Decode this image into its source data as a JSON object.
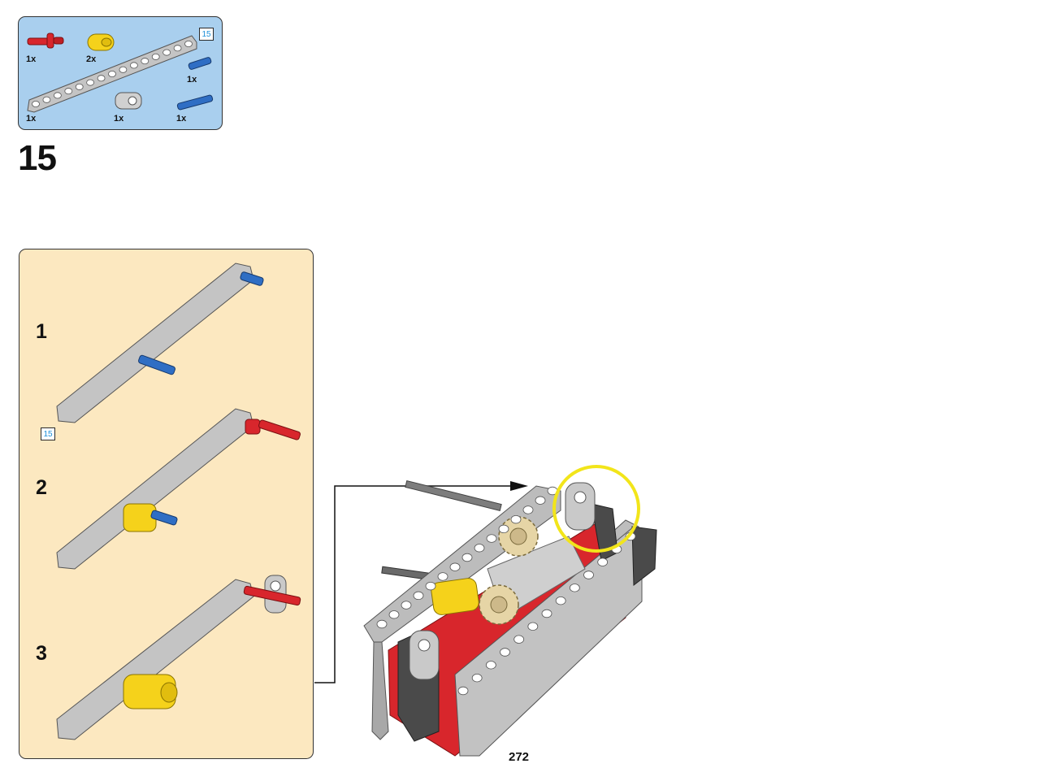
{
  "step": {
    "number": "15"
  },
  "parts_list": {
    "items": [
      {
        "part": "red-pin-with-bush",
        "quantity": "1x",
        "color": "#d8262c"
      },
      {
        "part": "yellow-2-module-connector",
        "quantity": "2x",
        "color": "#f5d21b"
      },
      {
        "part": "blue-axle-pin",
        "quantity": "1x",
        "color": "#2f6ec4"
      },
      {
        "part": "gray-15-module-beam",
        "quantity": "1x",
        "color": "#b4b4b4",
        "length_badge": "15"
      },
      {
        "part": "gray-cross-block",
        "quantity": "1x",
        "color": "#b4b4b4"
      },
      {
        "part": "blue-3-module-pin",
        "quantity": "1x",
        "color": "#2f6ec4"
      }
    ]
  },
  "sub_assembly": {
    "beam_length_badge": "15",
    "steps": [
      {
        "number": "1"
      },
      {
        "number": "2"
      },
      {
        "number": "3"
      }
    ]
  },
  "callout": {
    "highlight_color": "#f2e51a"
  },
  "page": {
    "number": "272"
  }
}
